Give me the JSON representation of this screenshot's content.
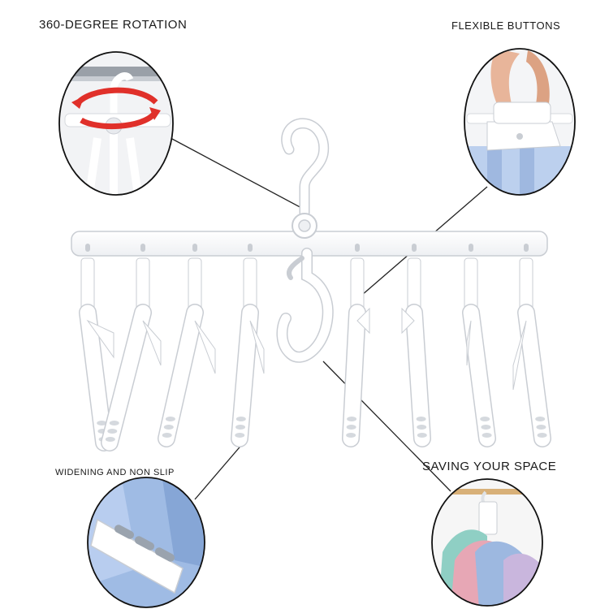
{
  "callouts": {
    "rotation": "360-DEGREE ROTATION",
    "buttons": "FLEXIBLE BUTTONS",
    "widening": "WIDENING AND NON SLIP",
    "saving": "SAVING YOUR SPACE"
  },
  "colors": {
    "hanger": "#ffffff",
    "hanger_outline": "#c9cdd3",
    "arrow": "#e0302a",
    "fabric_blue": "#a9c2e6",
    "bar": "#d8b078"
  }
}
